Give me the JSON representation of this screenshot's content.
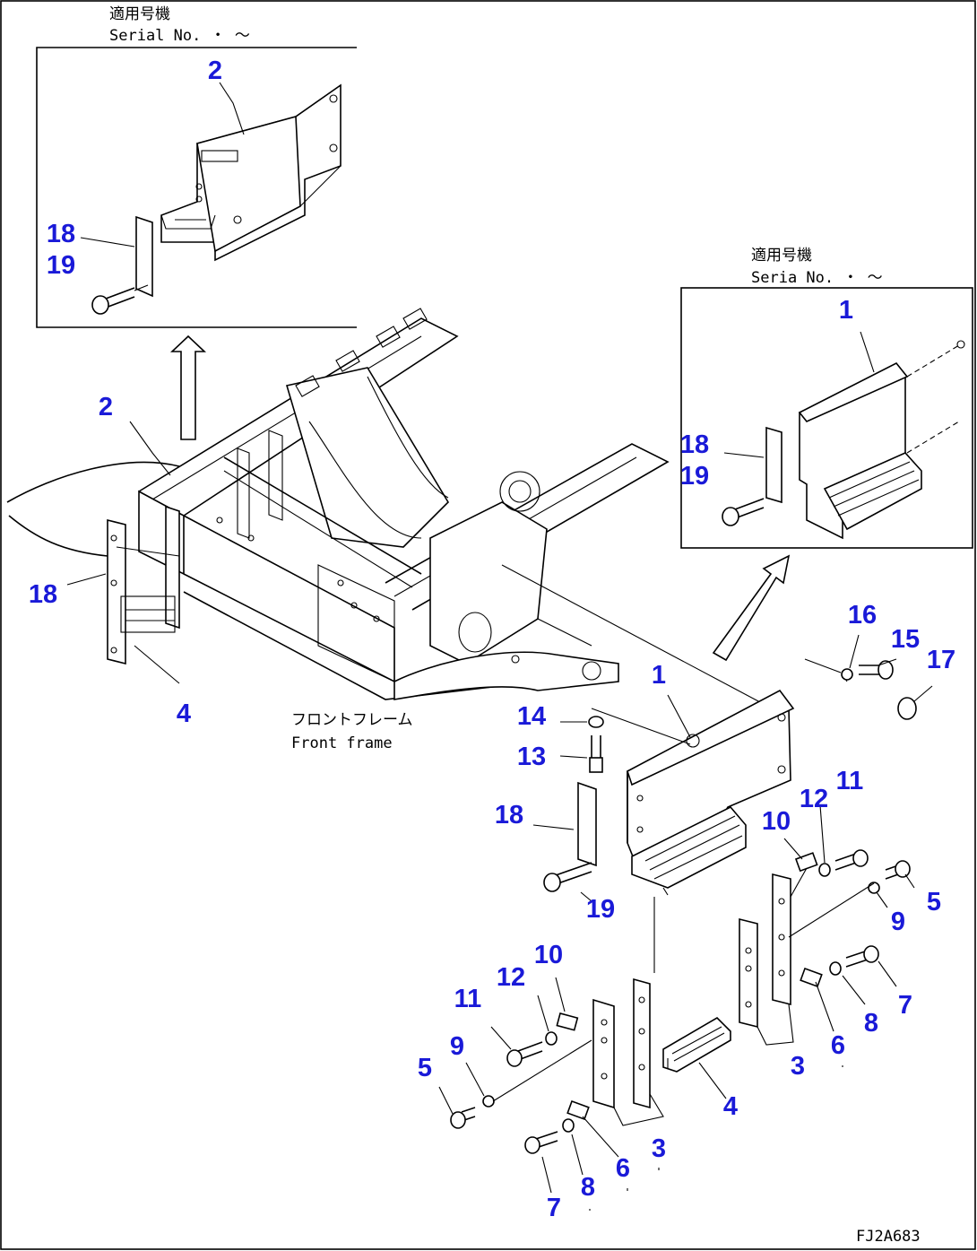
{
  "colors": {
    "callout": "#1a1ad8",
    "line": "#000000",
    "background": "#ffffff"
  },
  "notes": {
    "serial_label_top_jp": "適用号機",
    "serial_label_top_en": "Serial No.   ・  〜",
    "serial_label_right_jp": "適用号機",
    "serial_label_right_en": "Seria  No.   ・  〜",
    "frame_label_jp": "フロントフレーム",
    "frame_label_en": "Front frame",
    "drawing_code": "FJ2A683"
  },
  "callouts": [
    {
      "id": "c2a",
      "text": "2"
    },
    {
      "id": "c18a",
      "text": "18"
    },
    {
      "id": "c19a",
      "text": "19"
    },
    {
      "id": "c2b",
      "text": "2"
    },
    {
      "id": "c18b",
      "text": "18"
    },
    {
      "id": "c4a",
      "text": "4"
    },
    {
      "id": "c1a",
      "text": "1"
    },
    {
      "id": "c18c",
      "text": "18"
    },
    {
      "id": "c19c",
      "text": "19"
    },
    {
      "id": "c16",
      "text": "16"
    },
    {
      "id": "c15",
      "text": "15"
    },
    {
      "id": "c17",
      "text": "17"
    },
    {
      "id": "c1b",
      "text": "1"
    },
    {
      "id": "c14",
      "text": "14"
    },
    {
      "id": "c13",
      "text": "13"
    },
    {
      "id": "c18d",
      "text": "18"
    },
    {
      "id": "c19d",
      "text": "19"
    },
    {
      "id": "c10a",
      "text": "10"
    },
    {
      "id": "c12a",
      "text": "12"
    },
    {
      "id": "c11a",
      "text": "11"
    },
    {
      "id": "c5a",
      "text": "5"
    },
    {
      "id": "c9a",
      "text": "9"
    },
    {
      "id": "c7a",
      "text": "7"
    },
    {
      "id": "c8a",
      "text": "8"
    },
    {
      "id": "c6a",
      "text": "6"
    },
    {
      "id": "c3a",
      "text": "3"
    },
    {
      "id": "c4b",
      "text": "4"
    },
    {
      "id": "c11b",
      "text": "11"
    },
    {
      "id": "c12b",
      "text": "12"
    },
    {
      "id": "c10b",
      "text": "10"
    },
    {
      "id": "c9b",
      "text": "9"
    },
    {
      "id": "c5b",
      "text": "5"
    },
    {
      "id": "c7b",
      "text": "7"
    },
    {
      "id": "c8b",
      "text": "8"
    },
    {
      "id": "c6b",
      "text": "6"
    },
    {
      "id": "c3b",
      "text": "3"
    }
  ]
}
